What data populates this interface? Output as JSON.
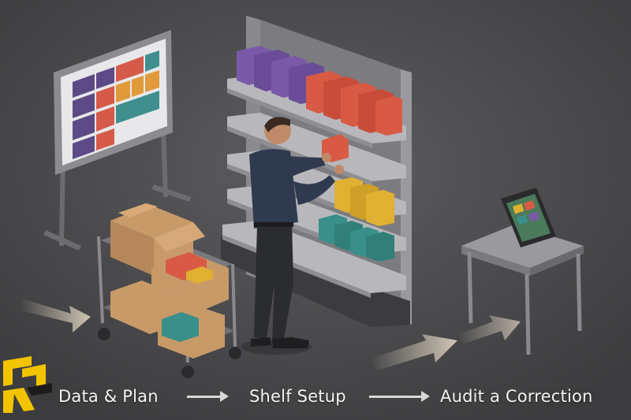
{
  "steps": [
    {
      "label": "Data & Plan"
    },
    {
      "label": "Shelf Setup"
    },
    {
      "label": "Audit a Correction"
    }
  ],
  "colors": {
    "background": "#4a4a4c",
    "caption": "#f3f3f3",
    "logo": "#f2c400",
    "purple_box": "#7a5aa8",
    "red_box": "#d85a45",
    "yellow_box": "#e0b030",
    "teal_box": "#3a8f8a",
    "cardboard": "#c89a68"
  },
  "icons": [
    "planogram-board-icon",
    "shelf-unit-icon",
    "worker-figure-icon",
    "cart-icon",
    "tablet-icon",
    "logo-mark-icon"
  ]
}
